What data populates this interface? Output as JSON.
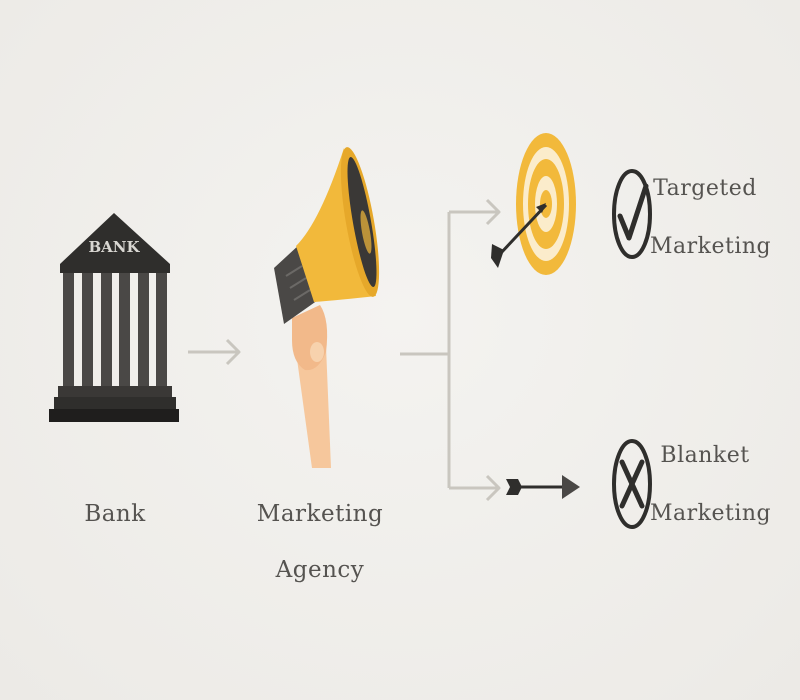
{
  "bank": {
    "sign": "BANK",
    "label": "Bank"
  },
  "agency": {
    "label_line1": "Marketing",
    "label_line2": "Agency"
  },
  "targeted": {
    "label_line1": "Targeted",
    "label_line2": "Marketing",
    "status": "check-icon"
  },
  "blanket": {
    "label_line1": "Blanket",
    "label_line2": "Marketing",
    "status": "x-icon"
  },
  "colors": {
    "background": "#efeeeb",
    "accent_yellow": "#f2b93b",
    "dark": "#2f2e2c",
    "arrow_gray": "#c9c6bf",
    "skin": "#f6c79c"
  }
}
